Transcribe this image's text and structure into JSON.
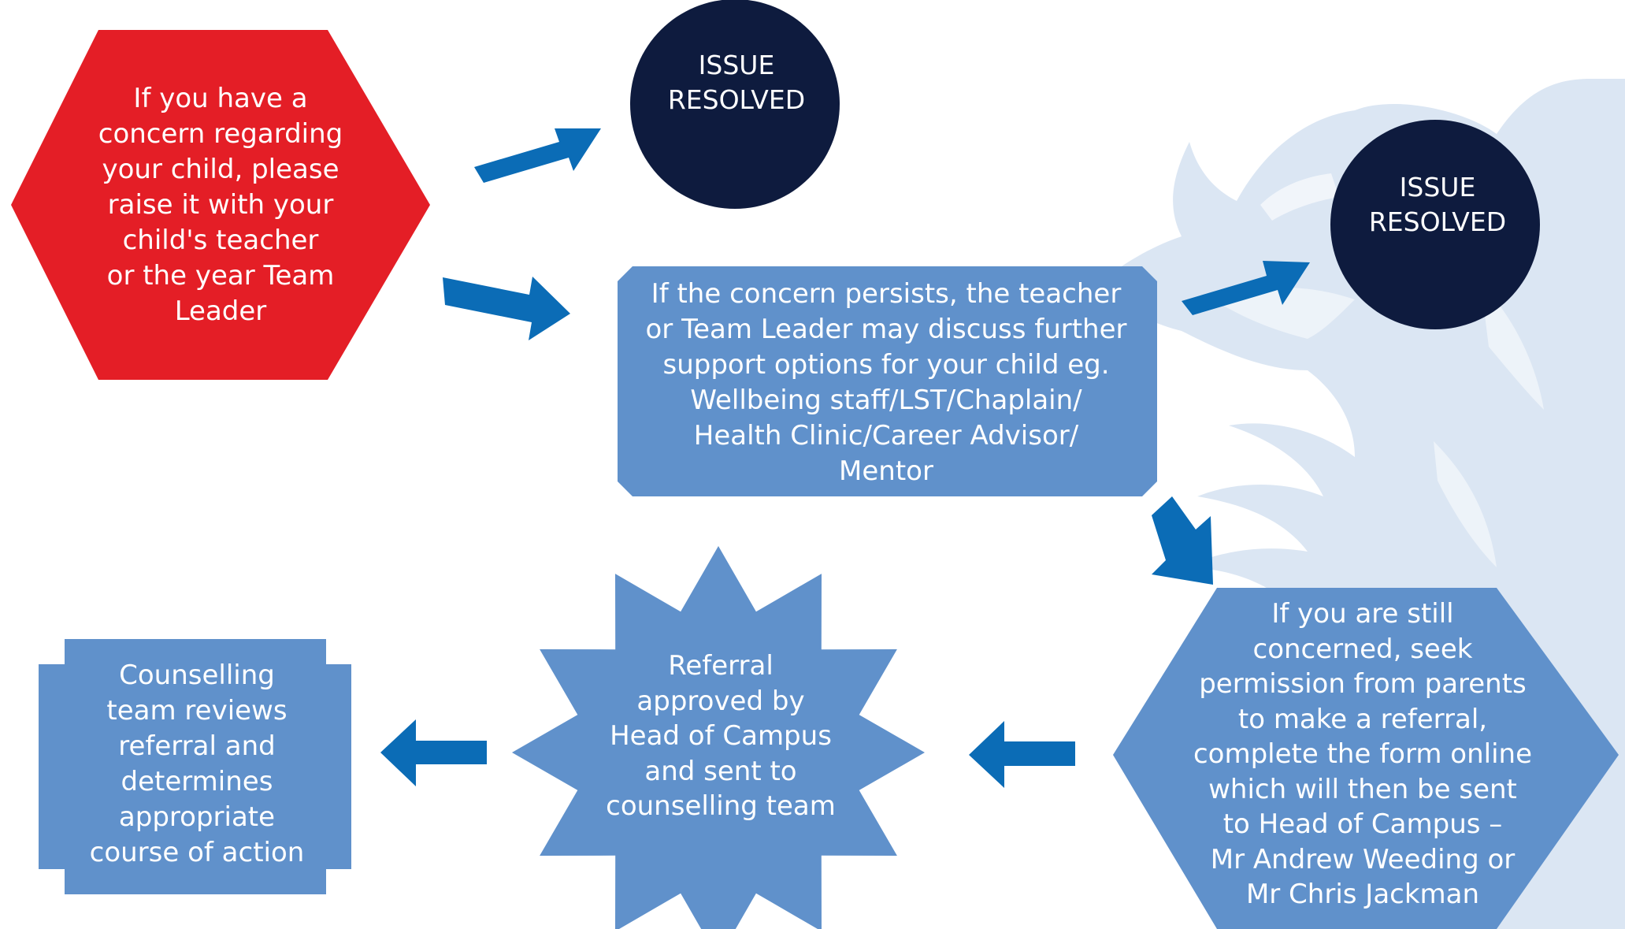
{
  "colors": {
    "start_red": "#e41e26",
    "resolved_navy": "#0e1b3e",
    "step_blue": "#6091cb",
    "arrow_blue": "#0b6cb6",
    "watermark": "#dbe6f3",
    "text": "#ffffff"
  },
  "nodes": {
    "start": {
      "shape": "hexagon",
      "text": "If you have a\nconcern regarding\nyour child, please\nraise it with your\nchild's teacher\nor the year Team\nLeader"
    },
    "issue_resolved_1": {
      "shape": "circle",
      "text": "ISSUE\nRESOLVED"
    },
    "concern_persists": {
      "shape": "octagon",
      "text": "If the concern persists, the teacher\nor Team Leader may discuss further\nsupport options for your child eg.\nWellbeing staff/LST/Chaplain/\nHealth Clinic/Career Advisor/\nMentor"
    },
    "issue_resolved_2": {
      "shape": "circle",
      "text": "ISSUE\nRESOLVED"
    },
    "make_referral": {
      "shape": "hexagon",
      "text": "If you are still\nconcerned, seek\npermission from parents\nto make a referral,\ncomplete the form online\nwhich will then be sent\nto Head of Campus –\nMr Andrew Weeding or\nMr Chris Jackman"
    },
    "referral_approved": {
      "shape": "starburst",
      "text": "Referral\napproved by\nHead of Campus\nand sent to\ncounselling team"
    },
    "counselling_review": {
      "shape": "cut-corner-rectangle",
      "text": "Counselling\nteam reviews\nreferral and\ndetermines\nappropriate\ncourse of action"
    }
  },
  "arrows": [
    {
      "from": "start",
      "to": "issue_resolved_1"
    },
    {
      "from": "start",
      "to": "concern_persists"
    },
    {
      "from": "concern_persists",
      "to": "issue_resolved_2"
    },
    {
      "from": "concern_persists",
      "to": "make_referral"
    },
    {
      "from": "make_referral",
      "to": "referral_approved"
    },
    {
      "from": "referral_approved",
      "to": "counselling_review"
    }
  ]
}
